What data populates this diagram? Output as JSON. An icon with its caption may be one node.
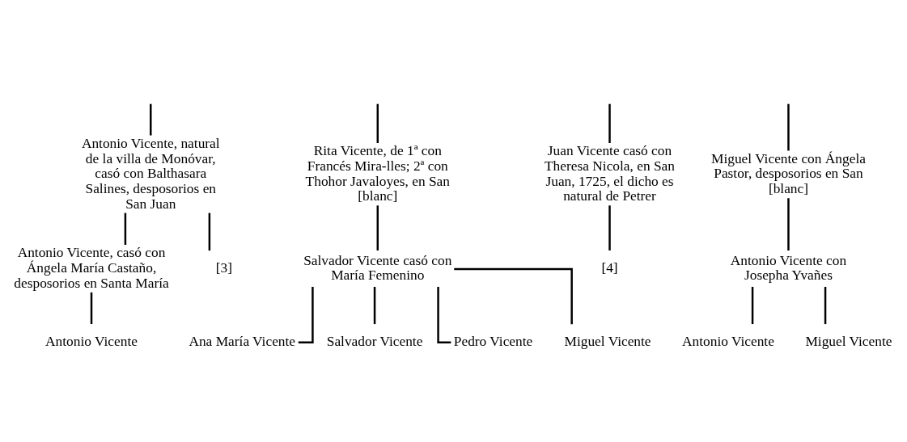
{
  "diagram": {
    "nodes": [
      {
        "text": [
          "Antonio Vicente, natural de la villa de Monóvar, casó con Balthasara Salines, desposorios en San Juan"
        ]
      },
      {
        "text": [
          "Rita Vicente, de 1ª con Francés Mira-lles; 2ª con Thohor Javaloyes, en San [blanc]"
        ]
      },
      {
        "text": [
          "Juan Vicente casó con Theresa Nicola, en San Juan, 1725, el dicho es natural de Petrer"
        ]
      },
      {
        "text": [
          "Miguel Vicente con Ángela Pastor, desposorios en San [blanc]"
        ]
      },
      {
        "text": [
          "Antonio Vicente, casó con Ángela María Castaño, desposorios en Santa María"
        ]
      },
      {
        "text": [
          "[3]"
        ]
      },
      {
        "text": [
          "Salvador Vicente casó con María Femenino"
        ]
      },
      {
        "text": [
          "[4]"
        ]
      },
      {
        "text": [
          "Antonio Vicente con Josepha Yvañes"
        ]
      },
      {
        "text": [
          "Antonio Vicente"
        ]
      },
      {
        "text": [
          "Antonio Vicente"
        ]
      },
      {
        "text": [
          "Miguel Vicente"
        ]
      },
      {
        "text": [
          "Ana María Vicente"
        ]
      },
      {
        "text": [
          "Salvador Vicente"
        ]
      },
      {
        "text": [
          "Pedro Vicente"
        ]
      },
      {
        "text": [
          "Miguel Vicente"
        ]
      }
    ],
    "edges": [
      {
        "from": null,
        "to": 0,
        "arrow": "none"
      },
      {
        "from": null,
        "to": 1,
        "arrow": "none"
      },
      {
        "from": null,
        "to": 2,
        "arrow": "none"
      },
      {
        "from": null,
        "to": 3,
        "arrow": "none"
      },
      {
        "from": 0,
        "to": 4,
        "arrow": "none"
      },
      {
        "from": 0,
        "to": 5,
        "arrow": "none"
      },
      {
        "from": 1,
        "to": 6,
        "arrow": "none"
      },
      {
        "from": 2,
        "to": 7,
        "arrow": "none"
      },
      {
        "from": 3,
        "to": 8,
        "arrow": "none"
      },
      {
        "from": 4,
        "to": 9,
        "arrow": "none"
      },
      {
        "from": 8,
        "to": 10,
        "arrow": "none"
      },
      {
        "from": 8,
        "to": 11,
        "arrow": "none"
      },
      {
        "from": 6,
        "to": 12,
        "arrow": "none"
      },
      {
        "from": 6,
        "to": 13,
        "arrow": "none"
      },
      {
        "from": 6,
        "to": 14,
        "arrow": "none"
      },
      {
        "from": 6,
        "to": 15,
        "arrow": "none"
      }
    ]
  }
}
